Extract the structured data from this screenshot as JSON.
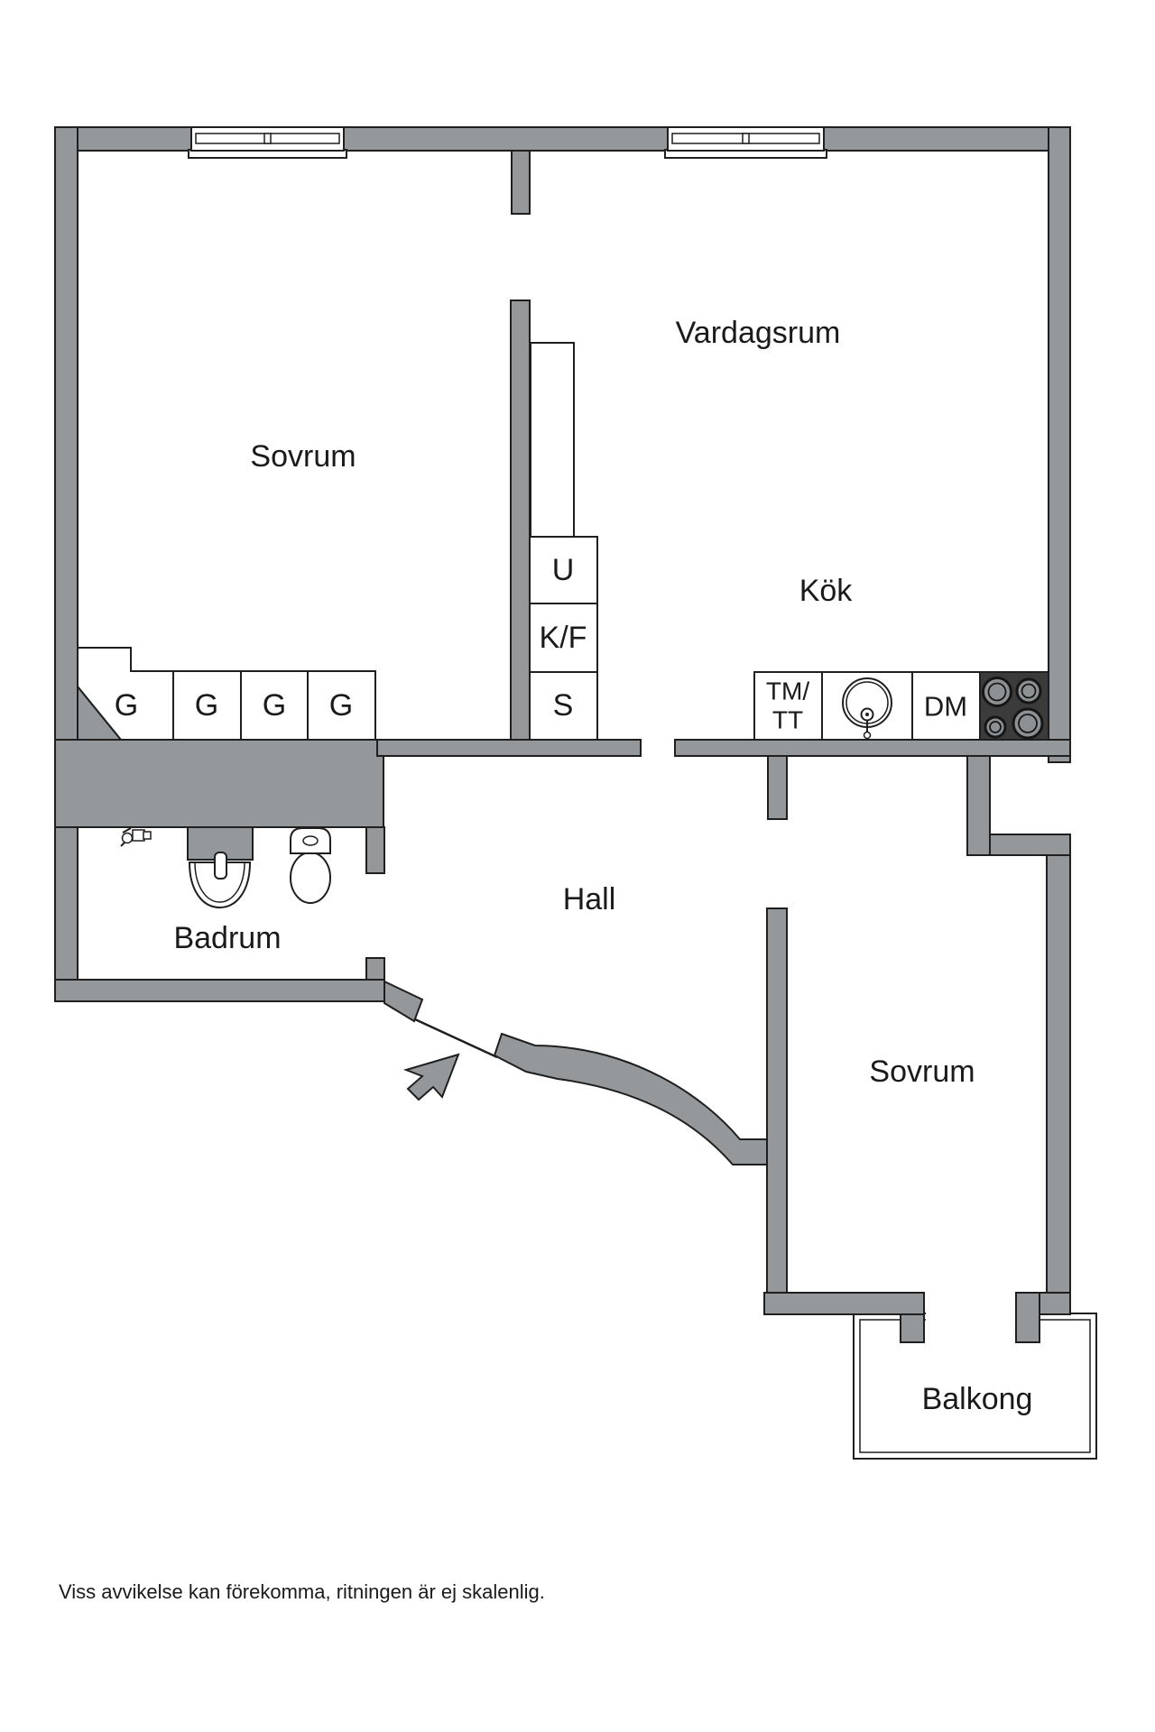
{
  "floorplan": {
    "labels": {
      "bedroom1": "Sovrum",
      "living_room": "Vardagsrum",
      "kitchen": "Kök",
      "hall": "Hall",
      "bathroom": "Badrum",
      "bedroom2": "Sovrum",
      "balcony": "Balkong",
      "wardrobes": [
        "G",
        "G",
        "G",
        "G"
      ],
      "upper_cabinet": "U",
      "fridge_freezer": "K/F",
      "pantry": "S",
      "washer_line1": "TM/",
      "washer_line2": "TT",
      "dishwasher": "DM"
    },
    "colors": {
      "wall": "#95989a",
      "outline": "#1f1f1f",
      "stove": "#3b3b3b",
      "burner": "#8e9193",
      "text": "#1a1a1a",
      "background": "#ffffff"
    }
  },
  "footer": {
    "disclaimer": "Viss avvikelse kan förekomma, ritningen är ej skalenlig."
  }
}
